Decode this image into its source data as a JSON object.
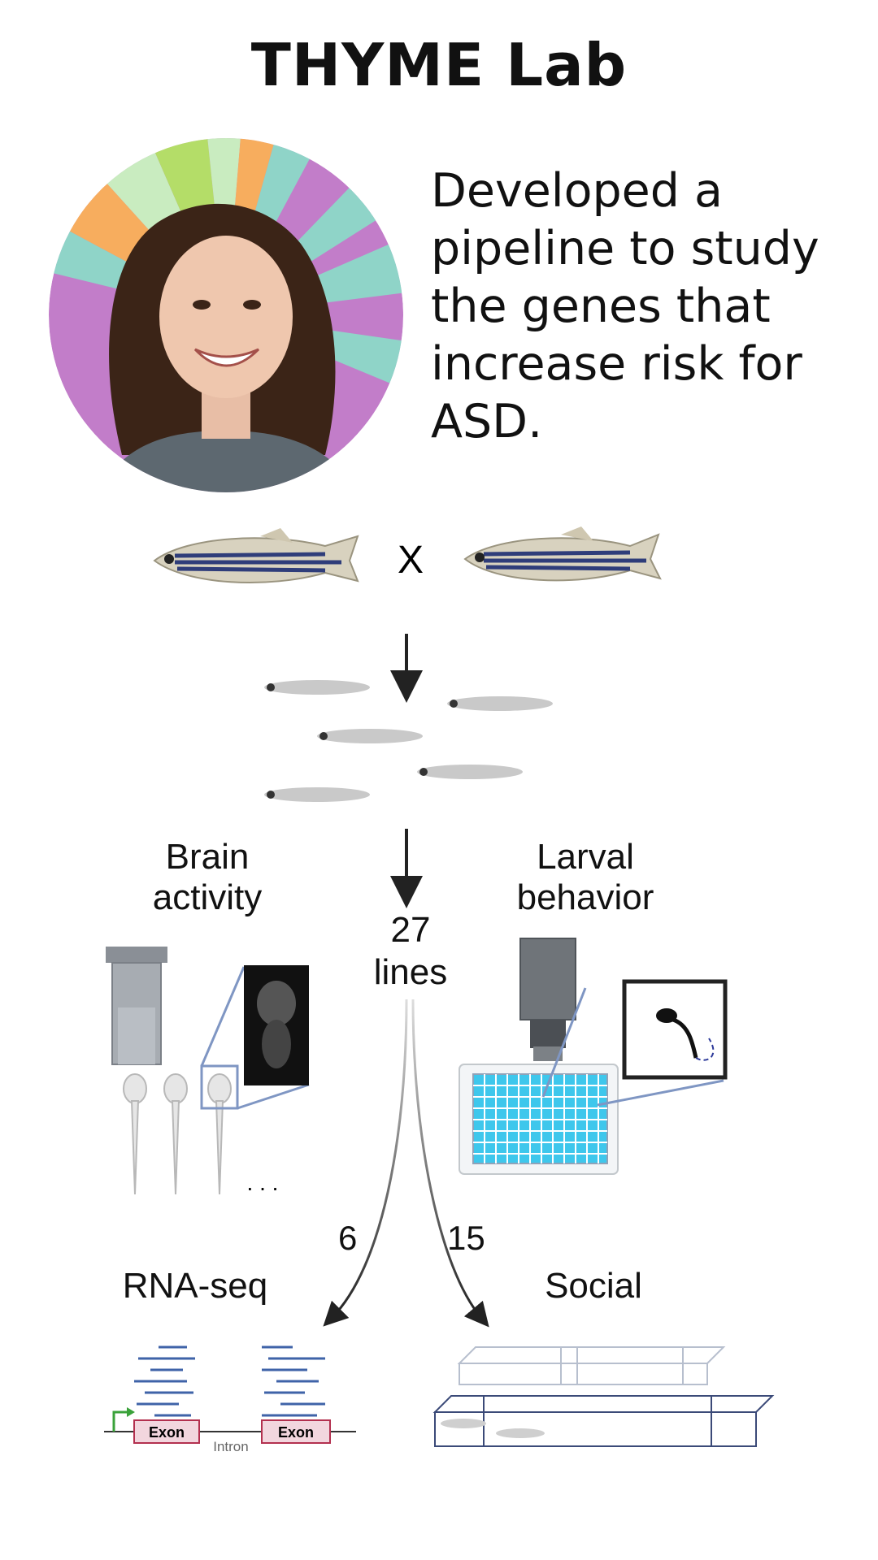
{
  "header": {
    "title": "THYME Lab"
  },
  "summary": {
    "text": "Developed a\npipeline to study\nthe genes that\nincrease risk for\nASD."
  },
  "cross": {
    "symbol": "X"
  },
  "labels": {
    "brain_activity": "Brain\nactivity",
    "larval_behavior": "Larval\nbehavior",
    "lines_count": "27",
    "lines_word": "lines",
    "rna_count": "6",
    "social_count": "15",
    "rna_seq": "RNA-seq",
    "social": "Social",
    "exon_left": "Exon",
    "exon_right": "Exon",
    "intron": "Intron",
    "ellipsis": ". . ."
  },
  "colors": {
    "purple": "#c27dc9",
    "teal": "#8fd4c8",
    "orange": "#f7ad5e",
    "light_green": "#c9ecc0",
    "green": "#b4dd68",
    "well_blue": "#3ec7ec",
    "read_blue": "#3f63a8",
    "exon_fill": "#f2d6de",
    "exon_border": "#b3304f",
    "promoter_green": "#3aa23a"
  }
}
